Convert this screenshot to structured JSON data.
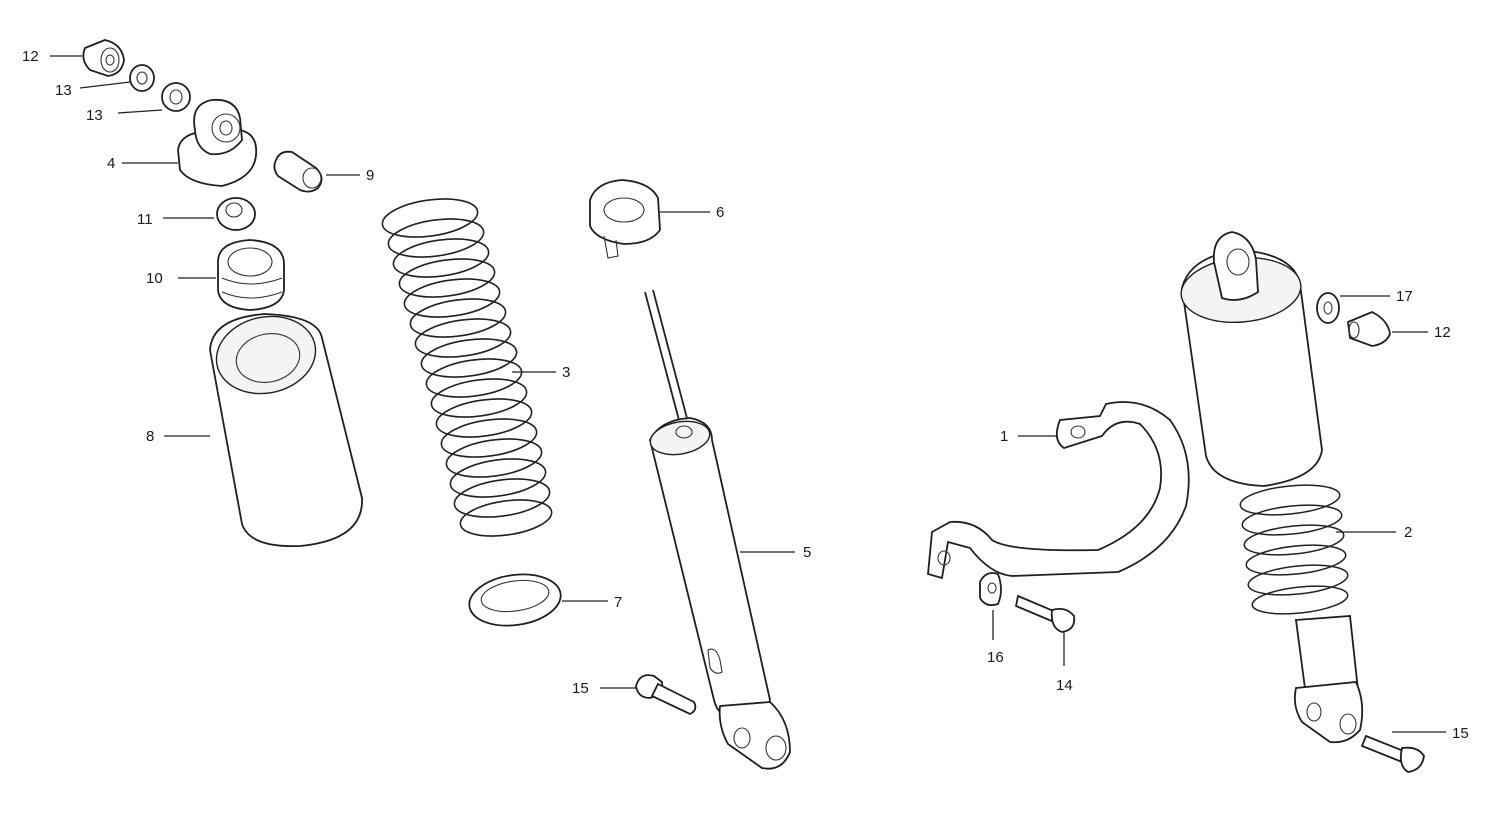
{
  "diagram": {
    "callouts": {
      "c12a": "12",
      "c13a": "13",
      "c13b": "13",
      "c4": "4",
      "c9": "9",
      "c11": "11",
      "c10": "10",
      "c8": "8",
      "c3": "3",
      "c6": "6",
      "c7": "7",
      "c5": "5",
      "c15a": "15",
      "c1": "1",
      "c16": "16",
      "c14": "14",
      "c17": "17",
      "c12b": "12",
      "c2": "2",
      "c15b": "15"
    }
  }
}
